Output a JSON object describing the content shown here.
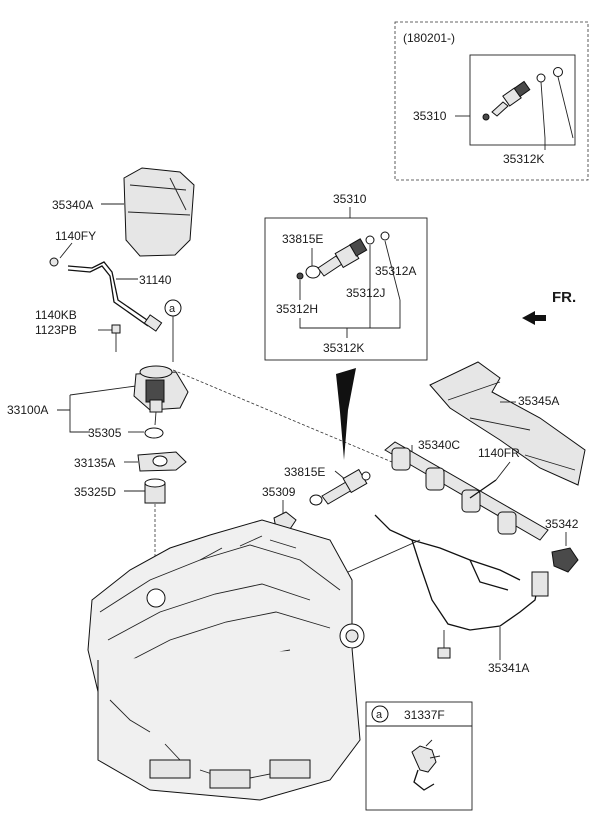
{
  "inset_top": {
    "date_label": "(180201-)",
    "part_a": "35310",
    "part_b": "35312K"
  },
  "inset_bottom": {
    "circle_ref": "a",
    "part": "31337F"
  },
  "direction": {
    "label": "FR."
  },
  "callout_circle": "a",
  "labels": {
    "p35340A": "35340A",
    "p1140FY": "1140FY",
    "p31140": "31140",
    "p1140KB": "1140KB",
    "p1123PB": "1123PB",
    "p33100A": "33100A",
    "p35305": "35305",
    "p33135A": "33135A",
    "p35325D": "35325D",
    "p35310": "35310",
    "p33815E_top": "33815E",
    "p35312A": "35312A",
    "p35312J": "35312J",
    "p35312H": "35312H",
    "p35312K": "35312K",
    "p35345A": "35345A",
    "p35340C": "35340C",
    "p1140FR": "1140FR",
    "p33815E": "33815E",
    "p35309": "35309",
    "p35342": "35342",
    "p35341A": "35341A"
  }
}
